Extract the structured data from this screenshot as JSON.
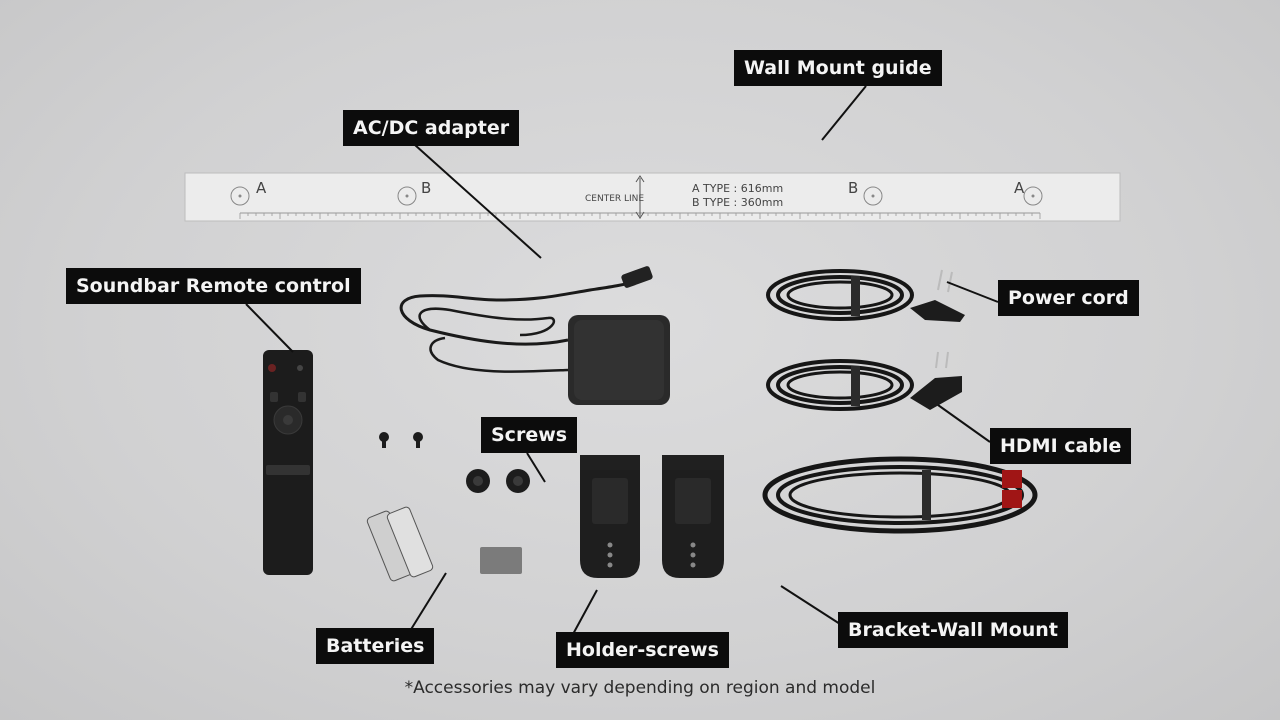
{
  "callouts": {
    "wall_mount_guide": "Wall Mount guide",
    "ac_dc_adapter": "AC/DC adapter",
    "remote": "Soundbar Remote control",
    "power_cord": "Power cord",
    "hdmi": "HDMI cable",
    "screws": "Screws",
    "batteries": "Batteries",
    "holder_screws": "Holder-screws",
    "bracket": "Bracket-Wall Mount"
  },
  "guide": {
    "letter_a": "A",
    "letter_b": "B",
    "center_line": "CENTER LINE",
    "a_type": "A TYPE : 616mm",
    "b_type": "B TYPE : 360mm"
  },
  "footnote": "*Accessories may vary depending on region and model"
}
